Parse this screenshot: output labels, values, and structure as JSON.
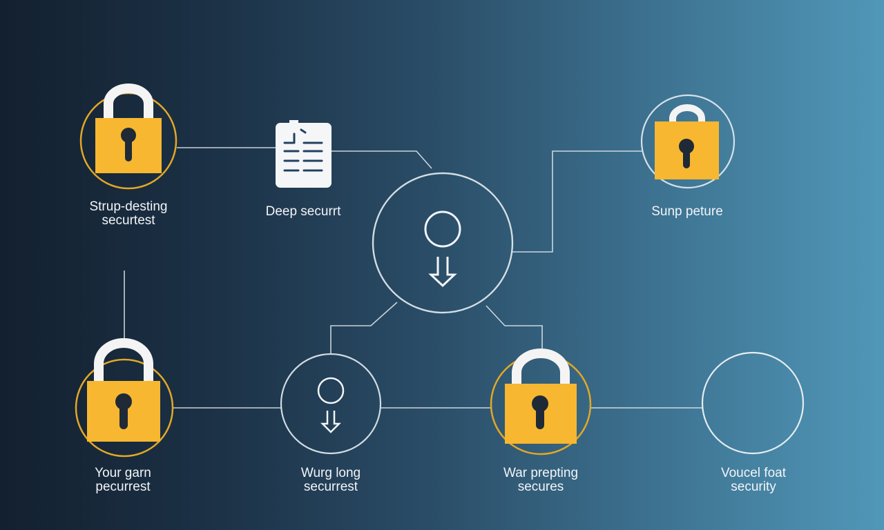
{
  "colors": {
    "lock_yellow": "#f7b731",
    "lock_shackle": "#f4f4f4",
    "lock_keyhole": "#1f2a36",
    "ring_yellow": "#e3a825",
    "line_white": "#e6edf2",
    "doc_blue": "#23405f"
  },
  "nodes": {
    "n1": {
      "icon": "padlock-icon",
      "label_line1": "Strup-desting",
      "label_line2": "securtest"
    },
    "n2": {
      "icon": "document-icon",
      "label_line1": "Deep securrt"
    },
    "n3": {
      "icon": "padlock-icon",
      "label_line1": "Sunp peture"
    },
    "hub": {
      "icon": "user-download-icon"
    },
    "n4": {
      "icon": "padlock-icon",
      "label_line1": "Your garn",
      "label_line2": "pecurrest"
    },
    "n5": {
      "icon": "user-download-icon",
      "label_line1": "Wurg long",
      "label_line2": "securrest"
    },
    "n6": {
      "icon": "padlock-icon",
      "label_line1": "War prepting",
      "label_line2": "secures"
    },
    "n7": {
      "icon": "empty-circle",
      "label_line1": "Voucel foat",
      "label_line2": "security"
    }
  }
}
